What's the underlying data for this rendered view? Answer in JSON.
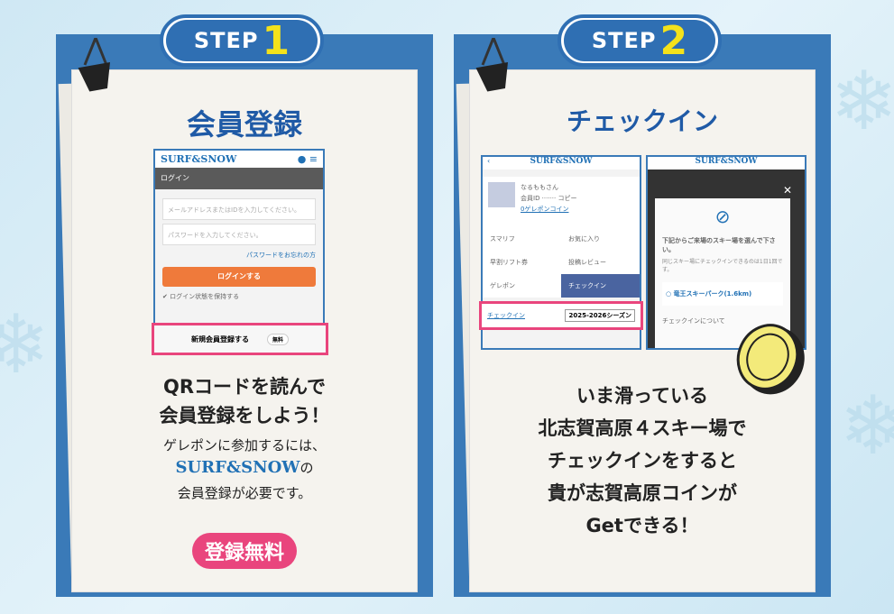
{
  "step1": {
    "step_label": "STEP",
    "step_number": "1",
    "title": "会員登録",
    "app": {
      "brand": "SURF&SNOW",
      "header": "ログイン",
      "email_placeholder": "メールアドレスまたはIDを入力してください。",
      "password_placeholder": "パスワードを入力してください。",
      "forgot": "パスワードをお忘れの方",
      "login_button": "ログインする",
      "remember": "ログイン状態を保持する",
      "register_button": "新規会員登録する",
      "free_tag": "無料"
    },
    "line1": "QRコードを読んで",
    "line2": "会員登録をしよう！",
    "line3": "ゲレポンに参加するには、",
    "brand": "SURF&SNOW",
    "brand_suffix": "の",
    "line4": "会員登録が必要です。",
    "free_badge": "登録無料"
  },
  "step2": {
    "step_label": "STEP",
    "step_number": "2",
    "title": "チェックイン",
    "app1": {
      "brand": "SURF&SNOW",
      "user": "なるももさん",
      "member_id": "会員ID ·······",
      "copy": "コピー",
      "coins": "0ゲレポンコイン",
      "menu": [
        "スマリフ",
        "お気に入り",
        "早割リフト券",
        "投稿レビュー",
        "ゲレポン",
        "チェックイン"
      ],
      "checkin_link": "チェックイン",
      "season": "2025-2026シーズン"
    },
    "app2": {
      "brand": "SURF&SNOW",
      "prompt": "下記からご来場のスキー場を選んで下さい。",
      "note": "同じスキー場にチェックインできるのは1日1回です。",
      "option": "竜王スキーパーク(1.6km)",
      "about": "チェックインについて"
    },
    "lines": [
      "いま滑っている",
      "北志賀高原４スキー場で",
      "チェックインをすると",
      "貴が志賀高原コインが",
      "Getできる！"
    ]
  }
}
